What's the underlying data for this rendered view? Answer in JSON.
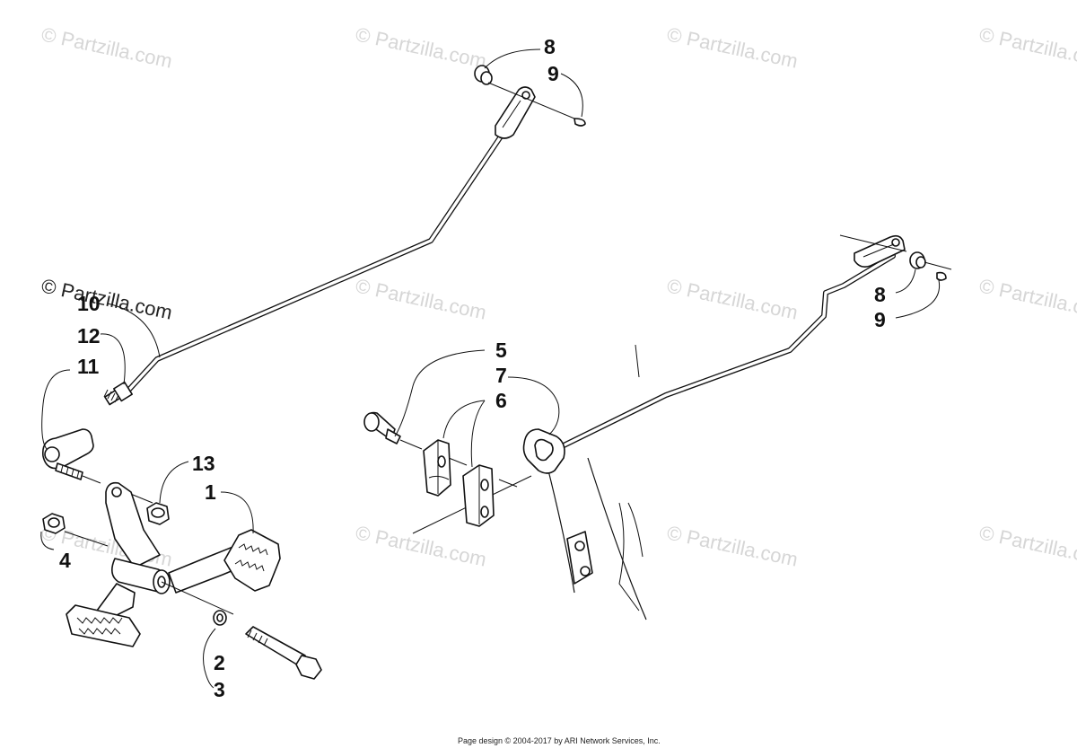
{
  "watermark": "© Partzilla.com",
  "footer": "Page design © 2004-2017 by ARI Network Services, Inc.",
  "callouts": {
    "top_8": "8",
    "top_9": "9",
    "right_8": "8",
    "right_9": "9",
    "c10": "10",
    "c12": "12",
    "c11": "11",
    "c13": "13",
    "c1": "1",
    "c4": "4",
    "c2": "2",
    "c3": "3",
    "c5": "5",
    "c7": "7",
    "c6": "6"
  }
}
